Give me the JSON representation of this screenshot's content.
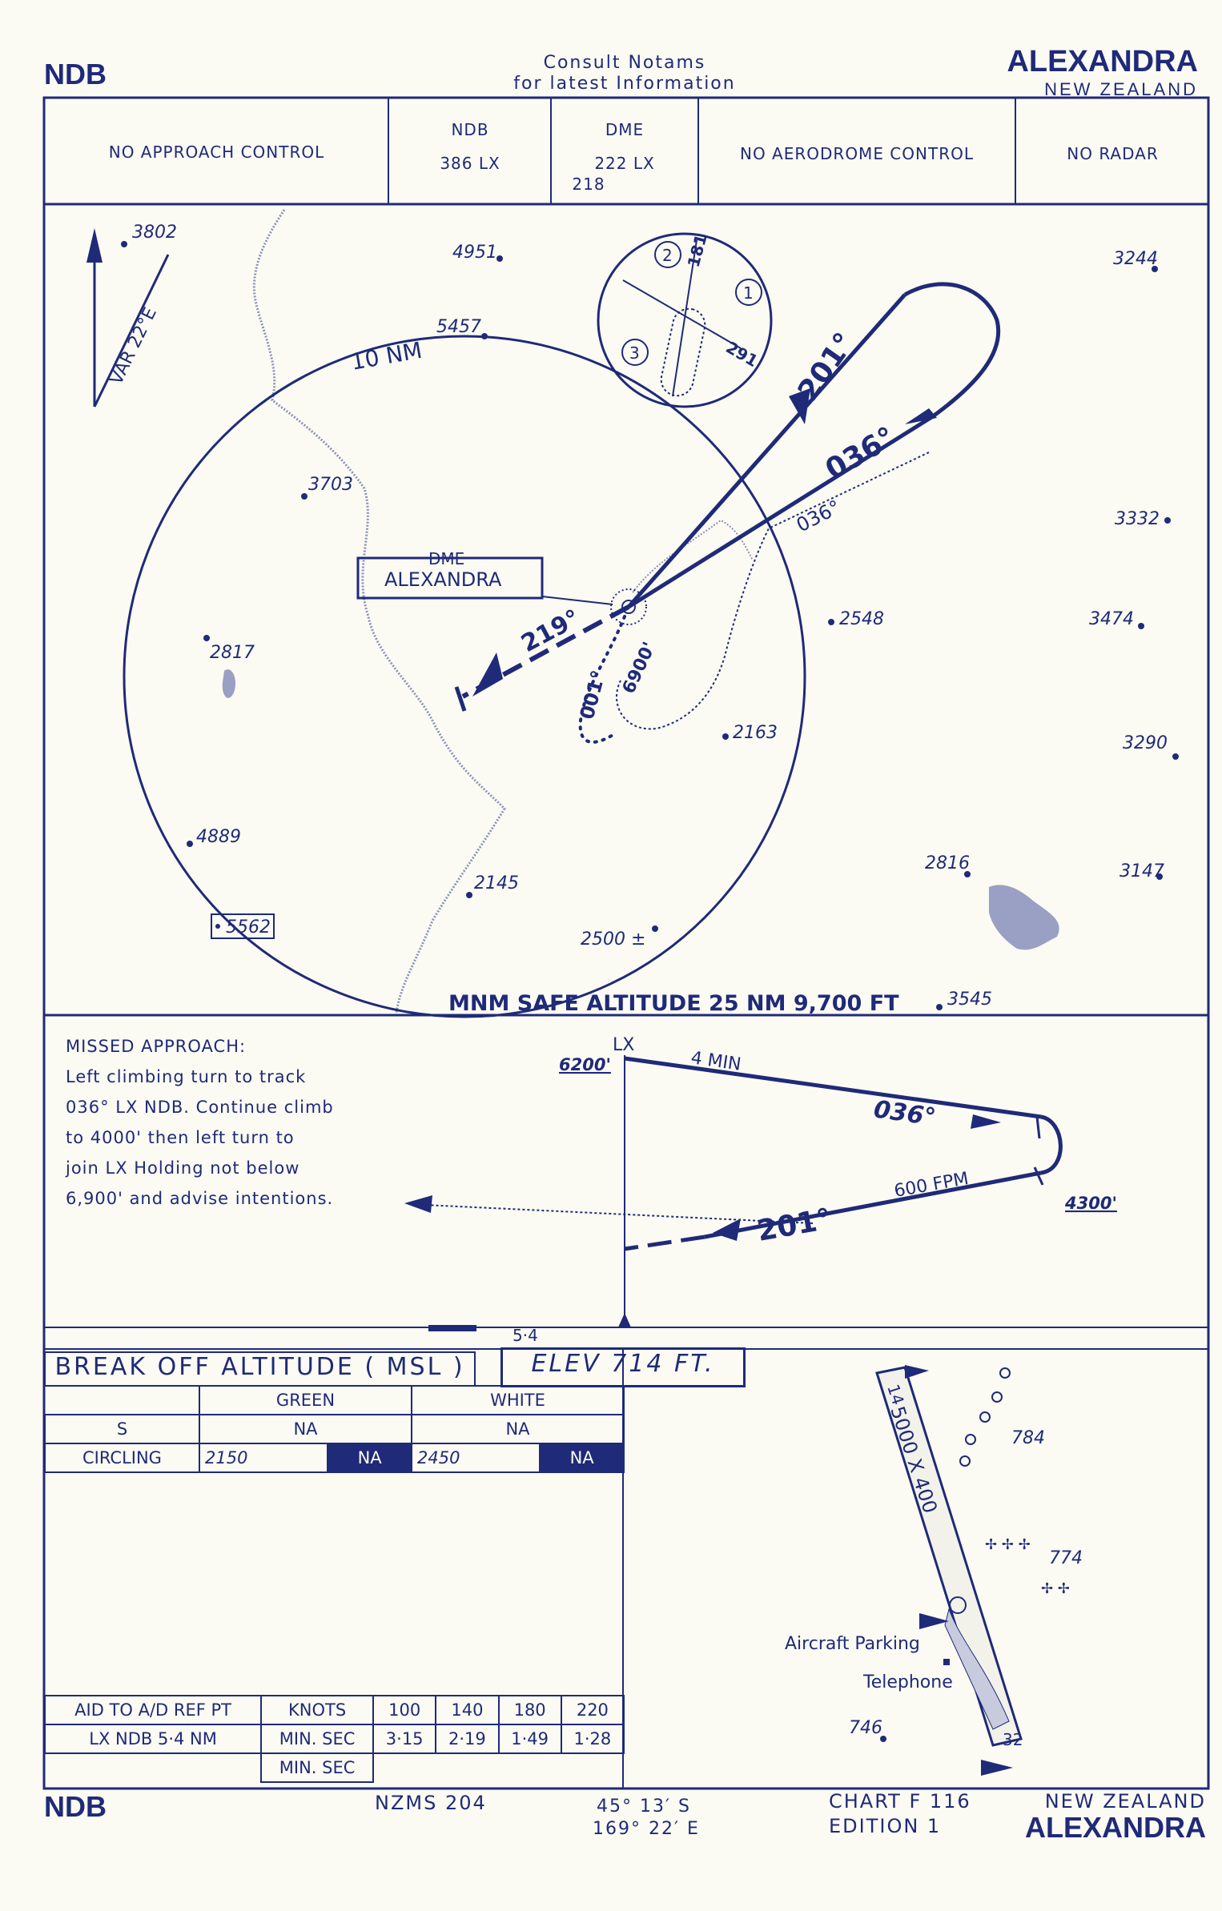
{
  "header": {
    "type_left": "NDB",
    "consult_line1": "Consult Notams",
    "consult_line2": "for latest Information",
    "place": "ALEXANDRA",
    "country": "NEW ZEALAND"
  },
  "info_row": {
    "approach": "NO APPROACH CONTROL",
    "ndb_label": "NDB",
    "ndb_value": "386 LX",
    "dme_label": "DME",
    "dme_value1": "222 LX",
    "dme_value2": "218",
    "aerodrome": "NO AERODROME CONTROL",
    "radar": "NO RADAR"
  },
  "plan": {
    "var_label": "VAR 22°E",
    "ring_label": "10 NM",
    "dme_box1": "DME",
    "dme_box2": "ALEXANDRA",
    "msa": "MNM SAFE ALTITUDE 25 NM 9,700 FT",
    "tracks": [
      "201°",
      "036°",
      "036°",
      "219°",
      "001°",
      "6900'"
    ],
    "entry_sectors": [
      "1",
      "2",
      "3"
    ],
    "entry_radials": [
      "181",
      "291"
    ],
    "spot_heights": [
      "3802",
      "4951",
      "5457",
      "3244",
      "3703",
      "3332",
      "2817",
      "2548",
      "3474",
      "2163",
      "3290",
      "4889",
      "2145",
      "2816",
      "3147",
      "5562",
      "2500 ±",
      "3545"
    ]
  },
  "missed_approach": {
    "title": "MISSED APPROACH:",
    "lines": [
      "Left climbing turn to track",
      "036° LX NDB.  Continue climb",
      "to 4000' then left turn to",
      "join LX Holding not below",
      "6,900' and advise intentions."
    ]
  },
  "profile": {
    "fix": "LX",
    "alt_top": "6200'",
    "time": "4 MIN",
    "outbound": "036°",
    "rate": "600 FPM",
    "inbound": "201°",
    "alt_turn": "4300'",
    "distance": "5·4"
  },
  "break_off": {
    "title": "BREAK OFF ALTITUDE ( MSL )",
    "elev": "ELEV  714  FT.",
    "col_green": "GREEN",
    "col_white": "WHITE",
    "row_s": "S",
    "s_green": "NA",
    "s_white": "NA",
    "row_circling": "CIRCLING",
    "circ_green_alt": "2150",
    "circ_green_na": "NA",
    "circ_white_alt": "2450",
    "circ_white_na": "NA"
  },
  "timing": {
    "col0": "AID TO A/D REF PT",
    "col1": "KNOTS",
    "speeds": [
      "100",
      "140",
      "180",
      "220"
    ],
    "row1": "LX NDB 5·4 NM",
    "row1_unit": "MIN. SEC",
    "times": [
      "3·15",
      "2·19",
      "1·49",
      "1·28"
    ],
    "row2_unit": "MIN. SEC"
  },
  "aerodrome": {
    "runway_dims": "5000 X 400",
    "rwy_end_n": "14",
    "rwy_end_s": "32",
    "h1": "784",
    "h2": "774",
    "h3": "746",
    "parking": "Aircraft Parking",
    "telephone": "Telephone"
  },
  "footer": {
    "type_left": "NDB",
    "map_series": "NZMS 204",
    "lat": "45° 13′ S",
    "lon": "169° 22′ E",
    "chart": "CHART F 116",
    "edition": "EDITION 1",
    "country": "NEW ZEALAND",
    "place": "ALEXANDRA"
  },
  "colors": {
    "ink": "#1f2a78",
    "paper": "#fbfbf3"
  }
}
